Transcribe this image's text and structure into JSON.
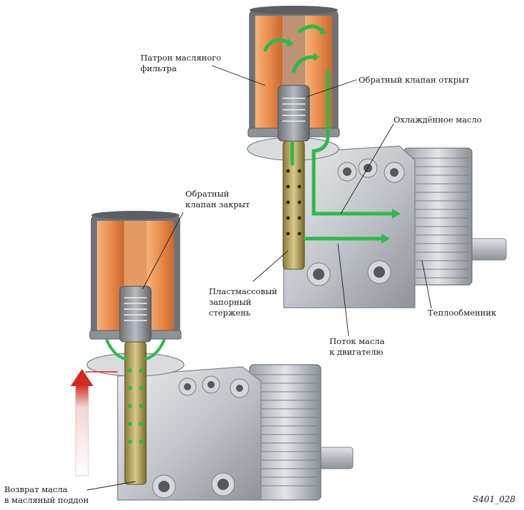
{
  "labels": {
    "filter_cartridge": [
      "Патрон масляного",
      "фильтра"
    ],
    "check_valve_open": "Обратный клапан открыт",
    "cooled_oil": "Охлаждённое масло",
    "check_valve_closed": [
      "Обратный",
      "клапан закрыт"
    ],
    "plastic_rod": [
      "Пластмассовый",
      "запорный",
      "стержень"
    ],
    "heat_exchanger": "Теплообменник",
    "oil_flow_to_engine": [
      "Поток масла",
      "к двигателю"
    ],
    "oil_return": [
      "Возврат масла",
      "в масляный поддон"
    ]
  },
  "figure_ref": "S401_028",
  "colors": {
    "filter_orange": "#e8894a",
    "flow_green": "#2fb84a",
    "return_arrow_red": "#d42a1e",
    "housing_gray": "#c9cccf"
  }
}
